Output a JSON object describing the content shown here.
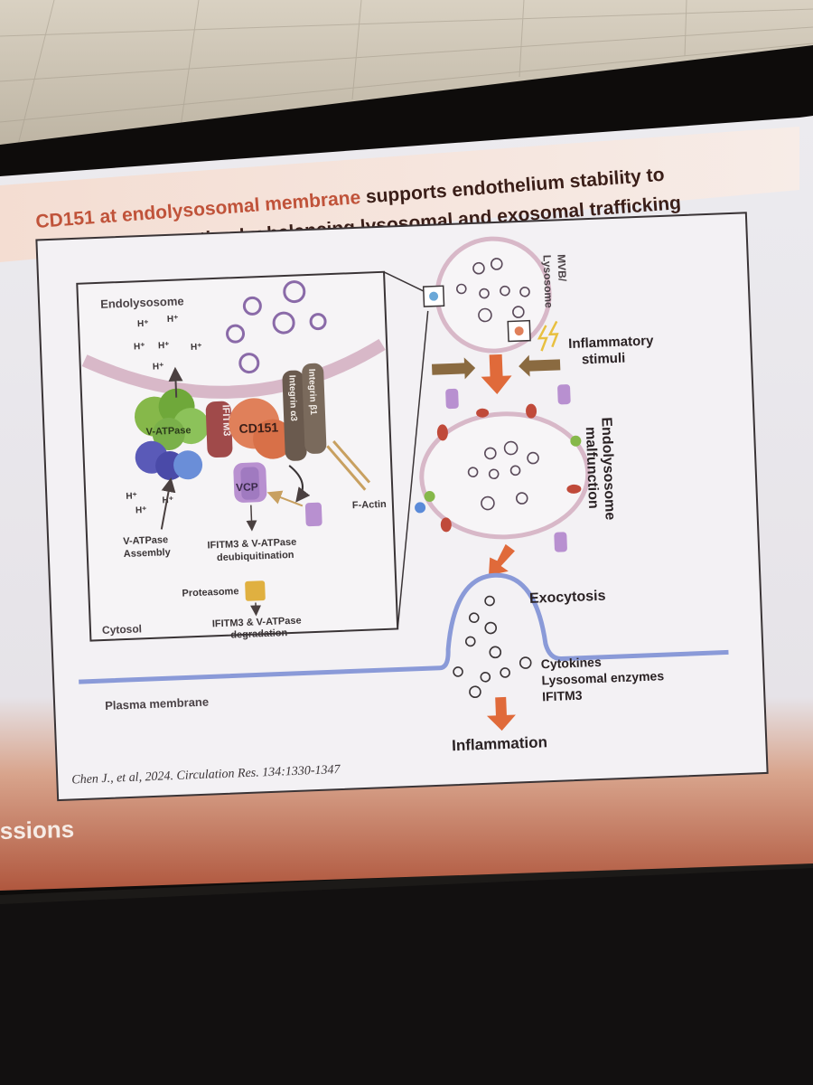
{
  "slide": {
    "title_highlight": "CD151 at endolysosomal membrane",
    "title_rest_line1": " supports endothelium stability to",
    "title_line2": "prevent inflammation by balancing lysosomal and exosomal trafficking",
    "footer_partial": "ssions",
    "citation": "Chen J., et al, 2024. Circulation Res. 134:1330-1347"
  },
  "inset": {
    "compartment": "Endolysosome",
    "cytosol": "Cytosol",
    "proton": "H⁺",
    "v_atpase": "V-ATPase",
    "ifitm3": "IFITM3",
    "cd151": "CD151",
    "integrin_b1": "Integrin β1",
    "integrin_a3": "Integrin α3",
    "vcp": "VCP",
    "f_actin": "F-Actin",
    "assembly_line1": "V-ATPase",
    "assembly_line2": "Assembly",
    "deubiq_line1": "IFITM3 & V-ATPase",
    "deubiq_line2": "deubiquitination",
    "proteasome": "Proteasome",
    "degradation_line1": "IFITM3 & V-ATPase",
    "degradation_line2": "degradation"
  },
  "right": {
    "mvb_line1": "MVB/",
    "mvb_line2": "Lysosome",
    "stimuli_line1": "Inflammatory",
    "stimuli_line2": "stimuli",
    "malfunction_line1": "Endolysosome",
    "malfunction_line2": "malfunction",
    "exocytosis": "Exocytosis",
    "cytokines": "Cytokines",
    "enzymes": "Lysosomal enzymes",
    "ifitm3": "IFITM3",
    "inflammation": "Inflammation",
    "plasma_membrane": "Plasma membrane"
  },
  "colors": {
    "title_accent": "#c0533a",
    "arrow_orange": "#e06a3a",
    "membrane_pink": "#d8b8c8",
    "vesicle_purple": "#8a6aa8",
    "plasma_blue": "#8a9ad8"
  }
}
